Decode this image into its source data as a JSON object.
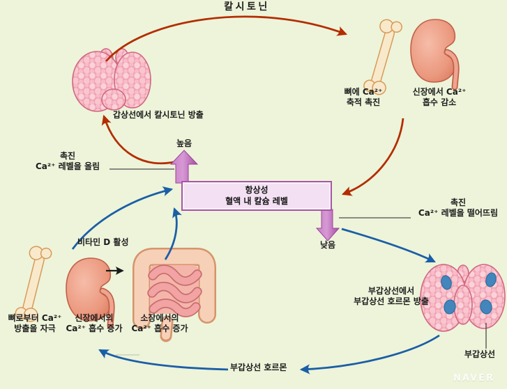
{
  "colors": {
    "background": "#edf4da",
    "red_arrow": "#b32d00",
    "blue_arrow": "#1b5ea6",
    "purple_arrow": "#b75ab2",
    "box_fill": "#f3e1f3",
    "box_border": "#a756a7",
    "thyroid_fill": "#f1a2b2",
    "bone_fill": "#f8e9cb",
    "kidney_fill": "#eb997f",
    "intestine_fill": "#f2a3a3",
    "parathyroid_oval": "#4286bd",
    "text": "#1c1c1c"
  },
  "top": {
    "calcitonin": "칼시토닌",
    "thyroid_release": "갑상선에서 칼시토닌 방출",
    "bone": {
      "line1": "뼈에 Ca²⁺",
      "line2": "축적 촉진"
    },
    "kidney": {
      "line1": "신장에서 Ca²⁺",
      "line2": "흡수 감소"
    }
  },
  "center": {
    "high": "높음",
    "low": "낮음",
    "box": {
      "line1": "항상성",
      "line2": "혈액 내 칼슘 레벨"
    },
    "promote_raise": {
      "line1": "촉진",
      "line2": "Ca²⁺ 레벨을 올림"
    },
    "promote_lower": {
      "line1": "촉진",
      "line2": "Ca²⁺ 레벨을 떨어뜨림"
    }
  },
  "bottom": {
    "vitamin_d": "비타민 D 활성",
    "bone": {
      "line1": "뼈로부터 Ca²⁺",
      "line2": "방출을 자극"
    },
    "kidney": {
      "line1": "신장에서의",
      "line2": "Ca²⁺ 흡수 증가"
    },
    "intestine": {
      "line1": "소장에서의",
      "line2": "Ca²⁺ 흡수 증가"
    },
    "parathyroid_release": {
      "line1": "부갑상선에서",
      "line2": "부갑상선 호르몬 방출"
    },
    "parathyroid": "부갑상선",
    "pth": "부갑상선 호르몬"
  },
  "watermark": "NAVER"
}
